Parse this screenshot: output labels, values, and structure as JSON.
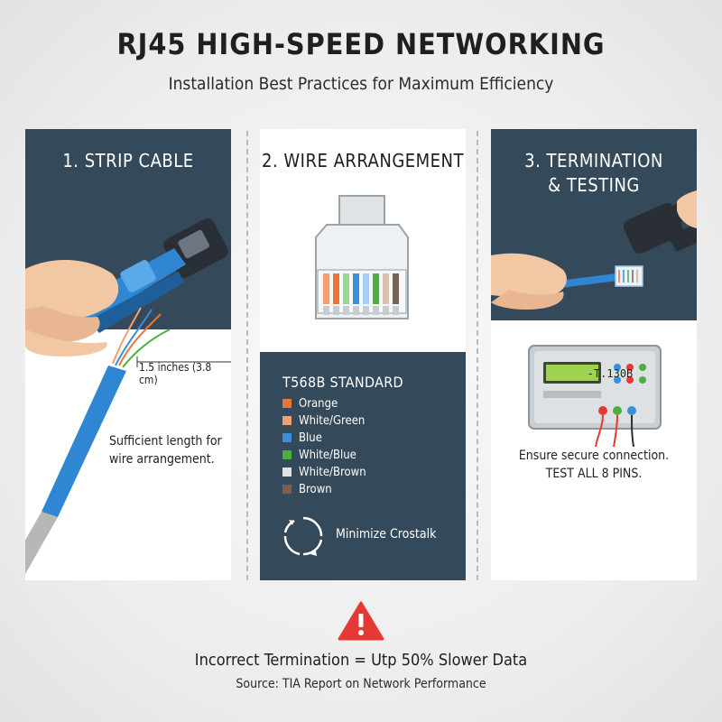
{
  "header": {
    "title": "RJ45 HIGH-SPEED NETWORKING",
    "subtitle": "Installation Best Practices for Maximum Efficiency"
  },
  "panels": [
    {
      "title_lines": [
        "1. STRIP CABLE"
      ],
      "measurement": "1.5 inches (3.8 cm)",
      "note_lines": [
        "Sufficient length for",
        "wire arrangement."
      ]
    },
    {
      "title_lines": [
        "2. WIRE ARRANGEMENT"
      ],
      "standard_title": "T568B STANDARD",
      "wires": [
        {
          "label": "Orange",
          "color": "#e8753a"
        },
        {
          "label": "White/Green",
          "color": "#f0a070"
        },
        {
          "label": "Blue",
          "color": "#3a8fd8"
        },
        {
          "label": "White/Blue",
          "color": "#4caf3f"
        },
        {
          "label": "White/Brown",
          "color": "#dfe3e6"
        },
        {
          "label": "Brown",
          "color": "#7a6052"
        }
      ],
      "tip": "Minimize Crostalk"
    },
    {
      "title_lines": [
        "3. TERMINATION",
        "& TESTING"
      ],
      "tester_display": "-T.130B",
      "note_lines": [
        "Ensure secure connection.",
        "TEST ALL 8 PINS."
      ]
    }
  ],
  "footer": {
    "warning": "Incorrect Termination = Utp 50% Slower Data",
    "source": "Source: TIA Report on Network Performance"
  },
  "colors": {
    "panel_dark": "#34495a",
    "cable_blue": "#2f86d2",
    "warning_red": "#e53935"
  }
}
